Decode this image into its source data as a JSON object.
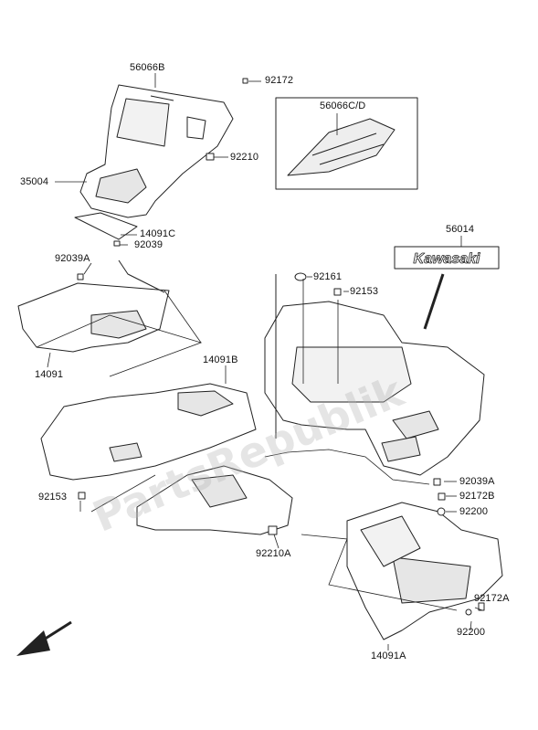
{
  "watermark": "PartsRepublik",
  "logo_text": "Kawasaki",
  "colors": {
    "line": "#222222",
    "fill": "#ffffff",
    "shade": "#e6e6e6",
    "watermark": "#b4b4b4"
  },
  "labels": {
    "p56066b": "56066B",
    "p92172": "92172",
    "p92210": "92210",
    "p35004": "35004",
    "p14091c": "14091C",
    "p92039": "92039",
    "p92039a_top": "92039A",
    "p14091": "14091",
    "p56066cd": "56066C/D",
    "p56014": "56014",
    "p92161": "92161",
    "p92153_top": "92153",
    "p14091b": "14091B",
    "p92153_left": "92153",
    "p92039a_right": "92039A",
    "p92172b": "92172B",
    "p92200_right": "92200",
    "p92210a": "92210A",
    "p92172a": "92172A",
    "p92200_bottom": "92200",
    "p14091a": "14091A"
  },
  "icons": {
    "front_arrow": "front-direction-arrow-icon"
  }
}
